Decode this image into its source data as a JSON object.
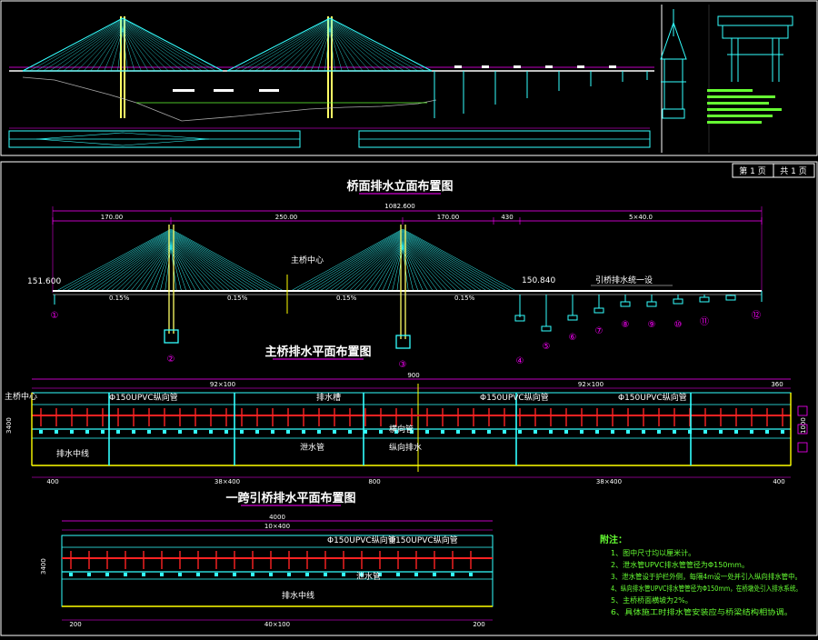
{
  "sheet": {
    "page_no": "第 1 页",
    "page_total": "共 1 页"
  },
  "elevation": {
    "title": "桥面排水立面布置图",
    "overall_length": "1082.600",
    "spans": [
      "170.00",
      "250.00",
      "170.00",
      "430",
      "5×40.0"
    ],
    "elev_left": "151.600",
    "elev_right": "150.840",
    "slopes": [
      "0.15%",
      "0.15%",
      "0.15%",
      "0.15%"
    ],
    "bridge_center_label": "主桥中心",
    "approach_label": "引桥排水统一设",
    "pier_ids": [
      "①",
      "②",
      "③",
      "④",
      "⑤",
      "⑥",
      "⑦",
      "⑧",
      "⑨",
      "⑩",
      "⑪",
      "⑫"
    ]
  },
  "main_plan": {
    "title": "主桥排水平面布置图",
    "overall": "900",
    "top_dims": [
      "92×100",
      "92×100",
      "360"
    ],
    "bottom_dims": [
      "400",
      "38×400",
      "800",
      "38×400",
      "400"
    ],
    "labels": [
      "主桥中心",
      "Φ150UPVC纵向管",
      "排水槽",
      "Φ150UPVC纵向管",
      "Φ150UPVC纵向管",
      "横向管",
      "泄水管",
      "纵向排水",
      "排水中线"
    ],
    "width_dims": [
      "3400",
      "1000"
    ]
  },
  "side_plan": {
    "title": "一跨引桥排水平面布置图",
    "overall": "4000",
    "sub": "10×400",
    "bottom": "40×100",
    "labels": [
      "Φ150UPVC纵向管",
      "Φ150UPVC纵向管",
      "泄水管",
      "排水中线"
    ],
    "ends": [
      "200",
      "200"
    ],
    "width_dims": [
      "3400"
    ]
  },
  "notes": {
    "heading": "附注：",
    "items": [
      "1、图中尺寸均以厘米计。",
      "2、泄水管UPVC排水管管径为Φ150mm。",
      "3、泄水管设于护栏外侧，每隔4m设一处并引入纵向排水管中。",
      "4、纵向排水管UPVC排水管管径为Φ150mm，在桥墩处引入排水系统。",
      "5、主桥桥面横坡为2%。",
      "6、具体施工时排水管安装应与桥梁结构相协调。"
    ]
  },
  "colors": {
    "bg": "#000000",
    "cable": "#33ffff",
    "deck": "#ffffff",
    "dim": "#ff00ff",
    "pipe": "#ff2222",
    "yellow": "#ffff00",
    "note": "#66ff33"
  }
}
